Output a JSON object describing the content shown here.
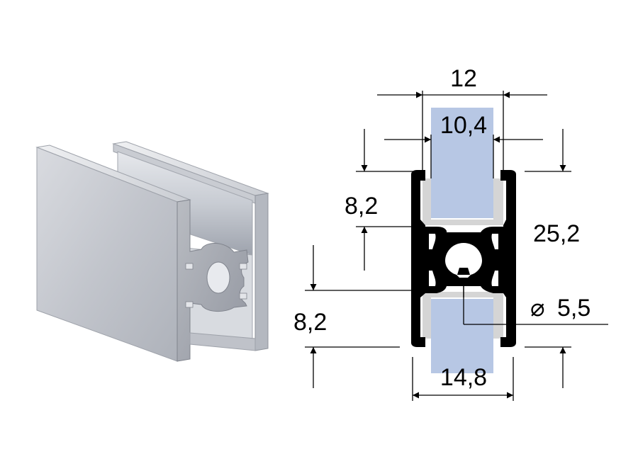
{
  "figure": {
    "perspective_view": {
      "icon": "aluminium-h-profile"
    },
    "cross_section": {
      "colors": {
        "profile": "#000000",
        "panel": "#b7c7e4",
        "gasket": "#d5d5d5",
        "dimension_line": "#000000"
      },
      "dimensions": {
        "overall_width": "12",
        "inner_width": "10,4",
        "upper_depth": "8,2",
        "total_height": "25,2",
        "lower_depth": "8,2",
        "bore_diameter": "5,5",
        "bottom_width": "14,8"
      },
      "diameter_symbol": "⌀"
    }
  }
}
